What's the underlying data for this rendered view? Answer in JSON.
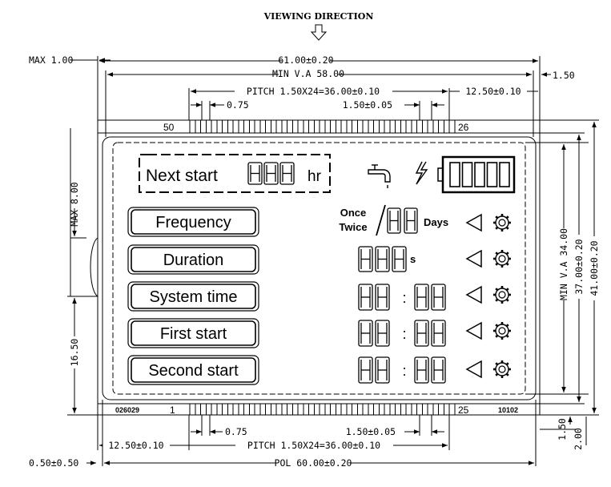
{
  "header": {
    "viewing_direction": "VIEWING DIRECTION"
  },
  "top_dims": {
    "overall_width": "61.00±0.20",
    "min_va_width": "MIN V.A 58.00",
    "pitch": "PITCH 1.50X24=36.00±0.10",
    "pin_width": "0.75",
    "pin_pitch": "1.50±0.05",
    "edge_offset": "12.50±0.10",
    "right_margin": "1.50",
    "max_thickness": "MAX 1.00"
  },
  "left_dims": {
    "max_side": "MAX 8.00",
    "side_offset": "16.50"
  },
  "right_dims": {
    "min_va_height": "MIN V.A 34.00",
    "glass_height": "37.00±0.20",
    "overall_height": "41.00±0.20"
  },
  "bottom_dims": {
    "edge_offset": "12.50±0.10",
    "pin_width": "0.75",
    "pin_pitch": "1.50±0.05",
    "pitch": "PITCH 1.50X24=36.00±0.10",
    "pol": "POL 60.00±0.20",
    "corner": "0.50±0.50",
    "bottom_margin": "1.50",
    "bottom_total": "2.00"
  },
  "pins": {
    "top_left": "50",
    "top_right": "26",
    "bottom_left": "1",
    "bottom_right": "25",
    "code_left": "026029",
    "code_right": "10102"
  },
  "lcd": {
    "next_start": "Next start",
    "hr": "hr",
    "labels": [
      "Frequency",
      "Duration",
      "System time",
      "First start",
      "Second start"
    ],
    "once": "Once",
    "twice": "Twice",
    "days": "Days",
    "seconds": "s",
    "colon": ":"
  },
  "icons": [
    "faucet-icon",
    "lightning-icon",
    "battery-icon",
    "triangle-arrow-icon",
    "gear-icon"
  ]
}
